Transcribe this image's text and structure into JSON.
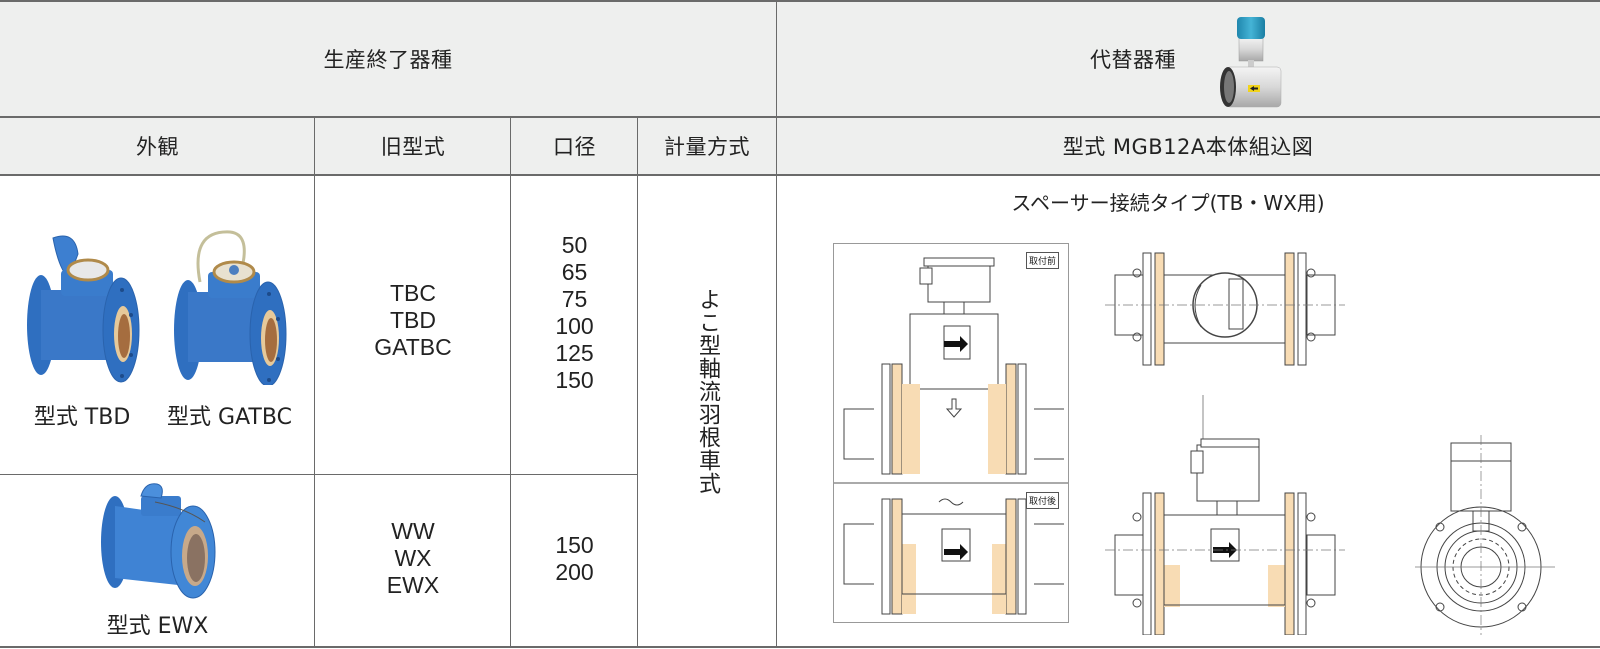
{
  "header": {
    "discontinued_title": "生産終了器種",
    "replacement_title": "代替器種",
    "replacement_product_icon": "electromagnetic-flowmeter-photo"
  },
  "columns": {
    "appearance": "外観",
    "old_model": "旧型式",
    "diameter": "口径",
    "measurement_method": "計量方式",
    "assembly_drawing": "型式 MGB12A本体組込図"
  },
  "rows": [
    {
      "images": [
        {
          "caption": "型式 TBD",
          "icon": "water-meter-tbd-photo"
        },
        {
          "caption": "型式 GATBC",
          "icon": "water-meter-gatbc-photo"
        }
      ],
      "old_models": [
        "TBC",
        "TBD",
        "GATBC"
      ],
      "diameters": [
        "50",
        "65",
        "75",
        "100",
        "125",
        "150"
      ]
    },
    {
      "images": [
        {
          "caption": "型式 EWX",
          "icon": "water-meter-ewx-photo"
        }
      ],
      "old_models": [
        "WW",
        "WX",
        "EWX"
      ],
      "diameters": [
        "150",
        "200"
      ]
    }
  ],
  "measurement_method_value": "よこ型軸流羽根車式",
  "drawing": {
    "title": "スペーサー接続タイプ(TB・WX用)",
    "before_label": "取付前",
    "after_label": "取付後"
  },
  "colors": {
    "header_bg": "#eeefee",
    "border": "#6a6a6a",
    "meter_blue": "#2f6fc0",
    "spacer_tan": "#f8dcb4",
    "sensor_cap": "#2a9ac0"
  }
}
